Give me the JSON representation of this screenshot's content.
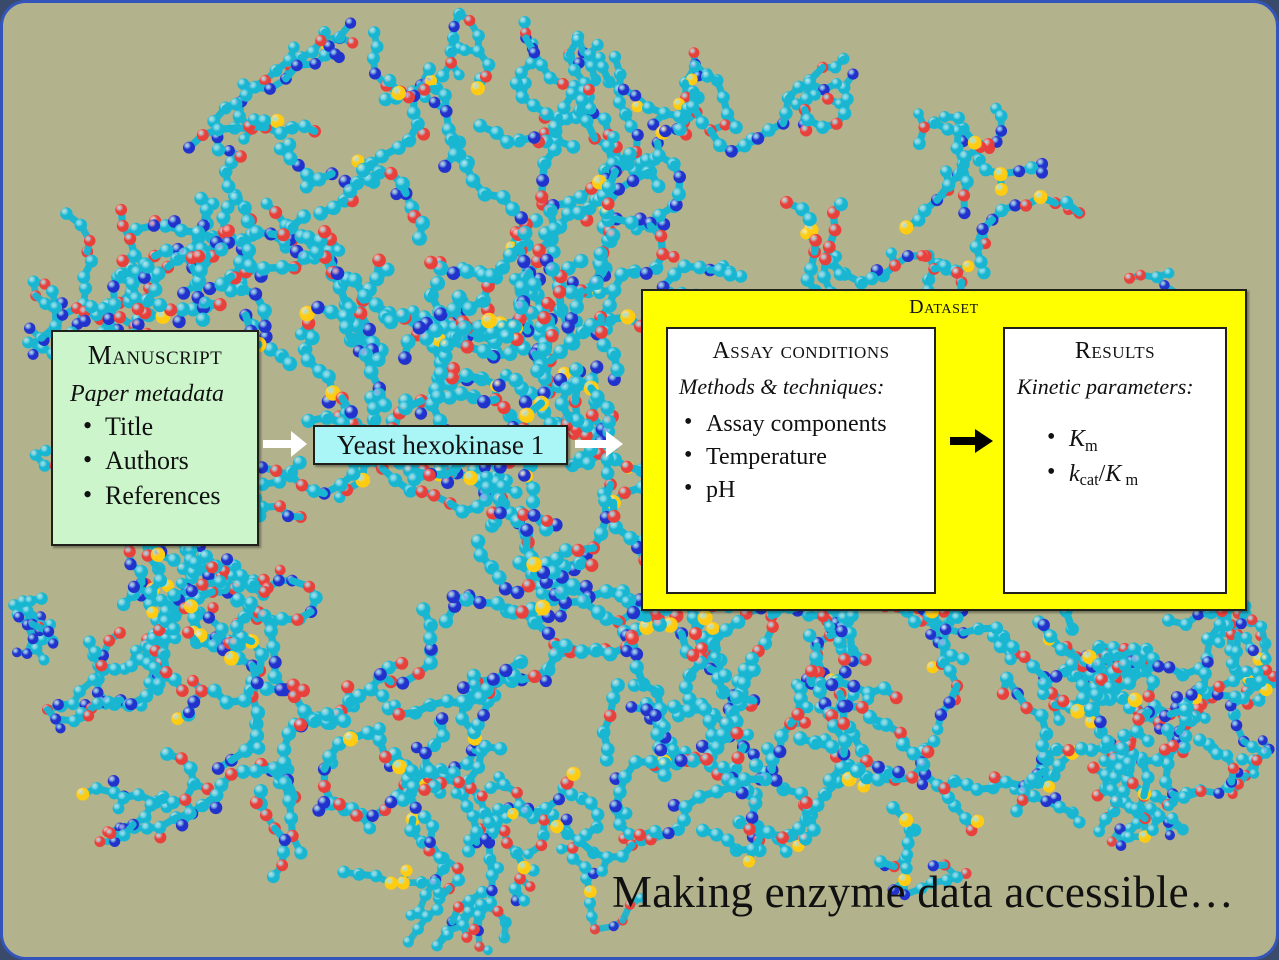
{
  "slide": {
    "background_color": "#b2b28c",
    "border_color": "#3355bb",
    "caption": "Making enzyme data accessible…"
  },
  "manuscript": {
    "title": "Manuscript",
    "subtitle": "Paper metadata",
    "background_color": "#ccf5cc",
    "items": [
      {
        "label": "Title"
      },
      {
        "label": "Authors"
      },
      {
        "label": "References"
      }
    ]
  },
  "enzyme": {
    "label": "Yeast hexokinase 1",
    "background_color": "#aaf5f5"
  },
  "dataset": {
    "title": "Dataset",
    "background_color": "#ffff00",
    "assay": {
      "title": "Assay conditions",
      "subtitle": "Methods & techniques:",
      "items": [
        {
          "label": "Assay components"
        },
        {
          "label": "Temperature"
        },
        {
          "label": "pH"
        }
      ]
    },
    "results": {
      "title": "Results",
      "subtitle": "Kinetic parameters:",
      "items": [
        {
          "var": "K",
          "sub": "m",
          "tail": ""
        },
        {
          "var": "k",
          "sub": "cat",
          "tail": "/K m"
        }
      ]
    }
  },
  "arrows": [
    {
      "name": "arrow-manuscript-enzyme",
      "color": "#ffffff",
      "direction": "right"
    },
    {
      "name": "arrow-enzyme-dataset",
      "color": "#ffffff",
      "direction": "right"
    },
    {
      "name": "arrow-assay-results",
      "color": "#000000",
      "direction": "right"
    }
  ],
  "background_image": {
    "subject": "protein-ball-and-stick-model",
    "atom_colors": {
      "carbon": "#19b6d2",
      "oxygen": "#e8413c",
      "nitrogen": "#2232cc",
      "sulfur": "#ffcc11"
    }
  }
}
